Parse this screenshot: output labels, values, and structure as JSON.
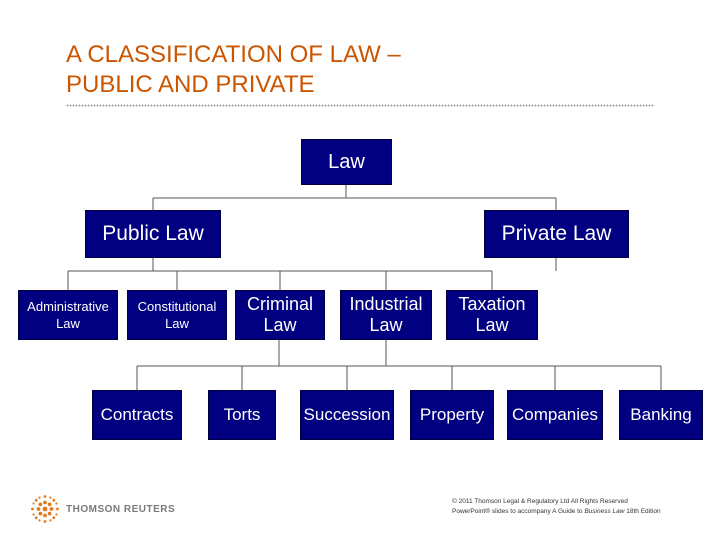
{
  "slide": {
    "title_line1": "A CLASSIFICATION OF LAW –",
    "title_line2": "PUBLIC AND PRIVATE"
  },
  "tree": {
    "root": "Law",
    "public": "Public Law",
    "private": "Private Law",
    "public_children": [
      {
        "line1": "Administrative",
        "line2": "Law"
      },
      {
        "line1": "Constitutional",
        "line2": "Law"
      },
      {
        "line1": "Criminal",
        "line2": "Law"
      }
    ],
    "private_children": [
      {
        "line1": "Industrial",
        "line2": "Law"
      },
      {
        "line1": "Taxation",
        "line2": "Law"
      }
    ],
    "bottom_row": [
      "Contracts",
      "Torts",
      "Succession",
      "Property",
      "Companies",
      "Banking"
    ]
  },
  "footer": {
    "brand": "THOMSON REUTERS",
    "copyright_line1": "© 2011 Thomson Legal & Regulatory Ltd All Rights Reserved",
    "copyright_line2_prefix": "PowerPoint® slides to accompany A Guide to ",
    "copyright_line2_italic": "Business Law",
    "copyright_line2_suffix": " 18th Edition"
  },
  "colors": {
    "title": "#cc5500",
    "box_fill": "#000080",
    "box_text": "#ffffff",
    "connector": "#555555"
  }
}
